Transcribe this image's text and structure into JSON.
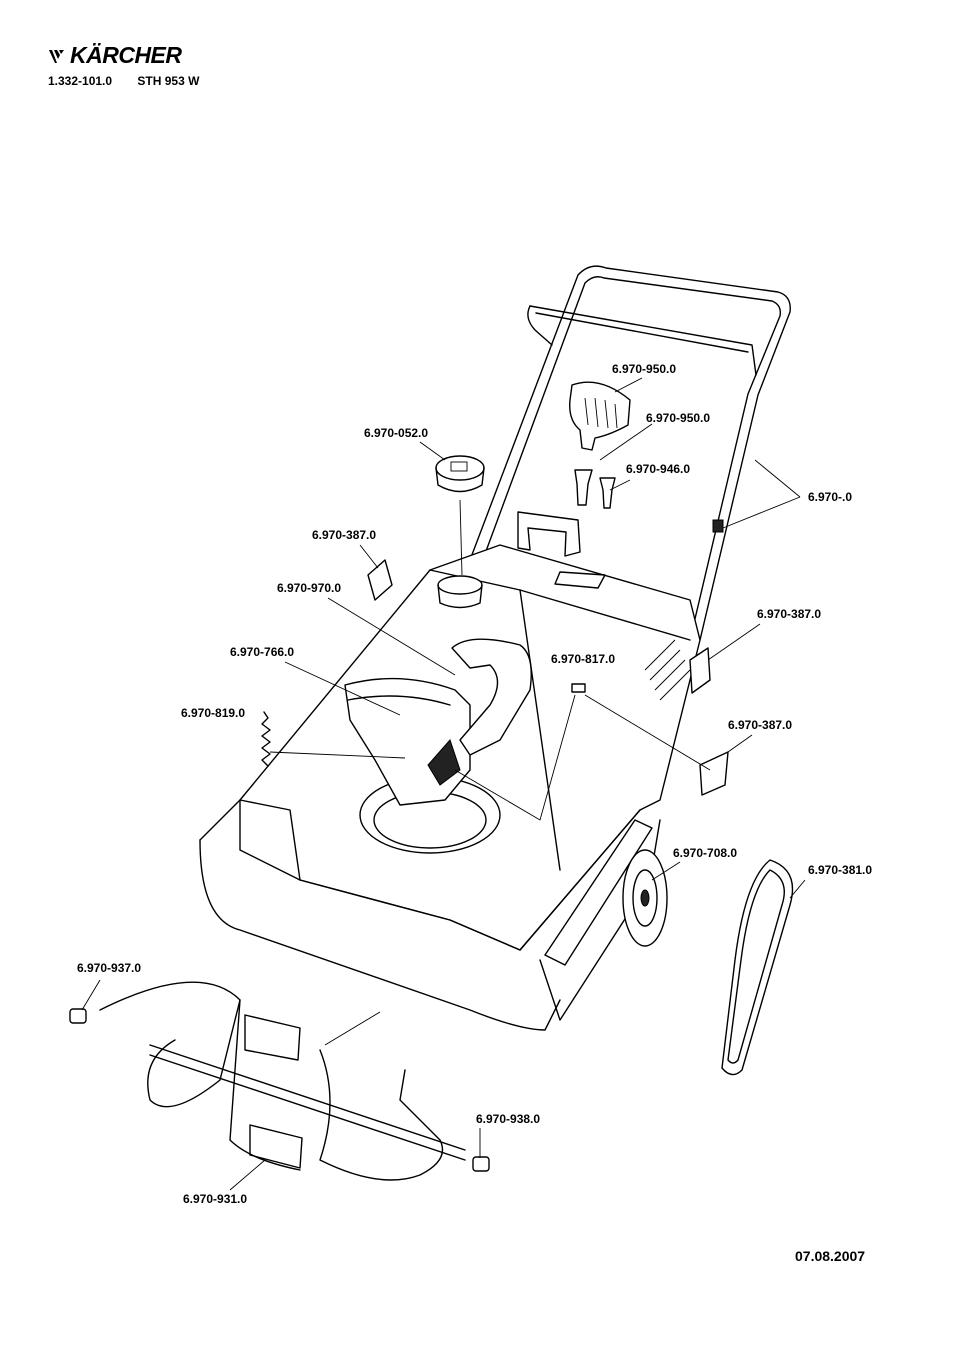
{
  "header": {
    "brand": "KÄRCHER",
    "article_number": "1.332-101.0",
    "model": "STH 953 W"
  },
  "footer": {
    "date": "07.08.2007"
  },
  "parts": {
    "handle_grip": "6.970-950.0",
    "handle_bolt": "6.970-950.0",
    "handle_screw": "6.970-946.0",
    "handle_frame": "6.970-.0",
    "fuel_cap": "6.970-052.0",
    "knob_left": "6.970-387.0",
    "chute_crank": "6.970-970.0",
    "chute": "6.970-766.0",
    "spring": "6.970-819.0",
    "bolt_817": "6.970-817.0",
    "knob_right_upper": "6.970-387.0",
    "knob_right_lower": "6.970-387.0",
    "wheel": "6.970-708.0",
    "belt": "6.970-381.0",
    "bearing_left": "6.970-937.0",
    "bearing_right": "6.970-938.0",
    "auger": "6.970-931.0"
  }
}
